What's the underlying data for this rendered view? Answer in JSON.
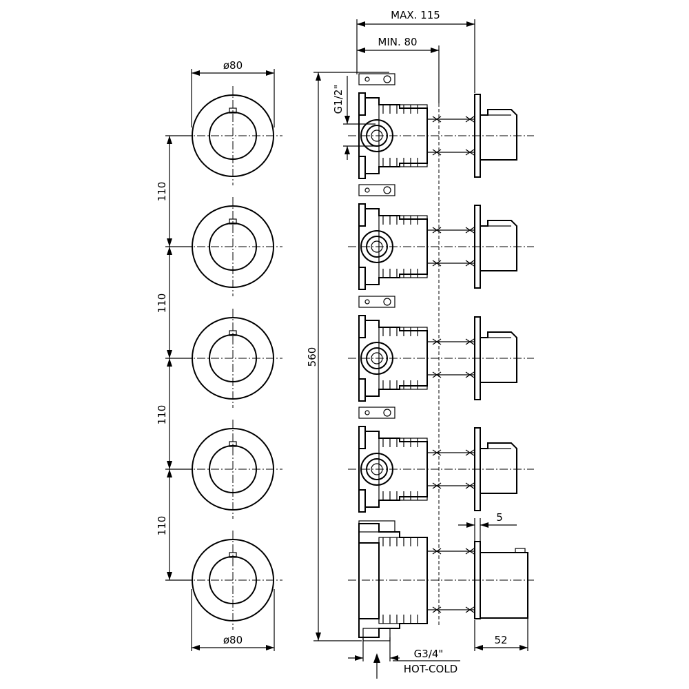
{
  "front_view": {
    "rosette_diameter_top": "ø80",
    "rosette_diameter_bottom": "ø80",
    "spacing_labels": [
      "110",
      "110",
      "110",
      "110"
    ]
  },
  "side_view": {
    "overall_height": "560",
    "max_depth": "MAX. 115",
    "min_depth": "MIN. 80",
    "outlet_thread": "G1/2\"",
    "inlet_thread": "G3/4\"",
    "inlet_label": "HOT-COLD",
    "plate_thickness": "5",
    "handle_depth": "52"
  }
}
